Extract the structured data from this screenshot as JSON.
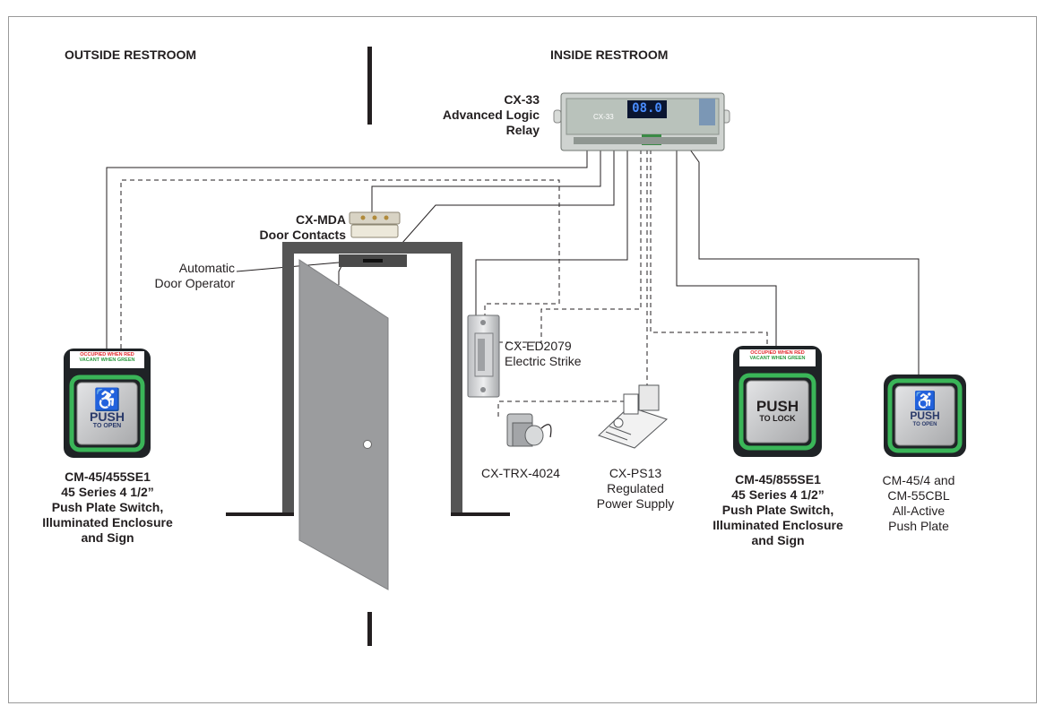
{
  "zones": {
    "outside": "OUTSIDE RESTROOM",
    "inside": "INSIDE RESTROOM"
  },
  "components": {
    "relay": {
      "lines": [
        "CX-33",
        "Advanced Logic",
        "Relay"
      ],
      "display": "08.0",
      "board_text": "CX-33"
    },
    "door_contacts": {
      "lines": [
        "CX-MDA",
        "Door Contacts"
      ]
    },
    "operator": {
      "lines": [
        "Automatic",
        "Door Operator"
      ]
    },
    "strike": {
      "lines": [
        "CX-ED2079",
        "Electric Strike"
      ]
    },
    "transformer": {
      "lines": [
        "CX-TRX-4024"
      ]
    },
    "power_supply": {
      "lines": [
        "CX-PS13",
        "Regulated",
        "Power Supply"
      ]
    },
    "switch_outside": {
      "lines": [
        "CM-45/455SE1",
        "45 Series 4 1/2”",
        "Push Plate Switch,",
        "Illuminated Enclosure",
        "and Sign"
      ],
      "sign_red": "OCCUPIED WHEN RED",
      "sign_green": "VACANT WHEN GREEN",
      "plate_text": [
        "PUSH",
        "TO OPEN"
      ]
    },
    "switch_inside": {
      "lines": [
        "CM-45/855SE1",
        "45 Series 4 1/2”",
        "Push Plate Switch,",
        "Illuminated Enclosure",
        "and Sign"
      ],
      "sign_red": "OCCUPIED WHEN RED",
      "sign_green": "VACANT WHEN GREEN",
      "plate_text": [
        "PUSH",
        "TO LOCK"
      ]
    },
    "push_plate": {
      "lines": [
        "CM-45/4 and",
        "CM-55CBL",
        "All-Active",
        "Push Plate"
      ],
      "plate_text": [
        "PUSH",
        "TO OPEN"
      ]
    }
  },
  "colors": {
    "wall": "#555555",
    "door": "#9b9c9e",
    "enclosure": "#1f2326",
    "led_glow": "#3fcf62",
    "plate": "#c7c8ca",
    "sign_red": "#e0262a",
    "sign_green": "#2a9a3e",
    "relay_display": "#2f6fd0"
  }
}
